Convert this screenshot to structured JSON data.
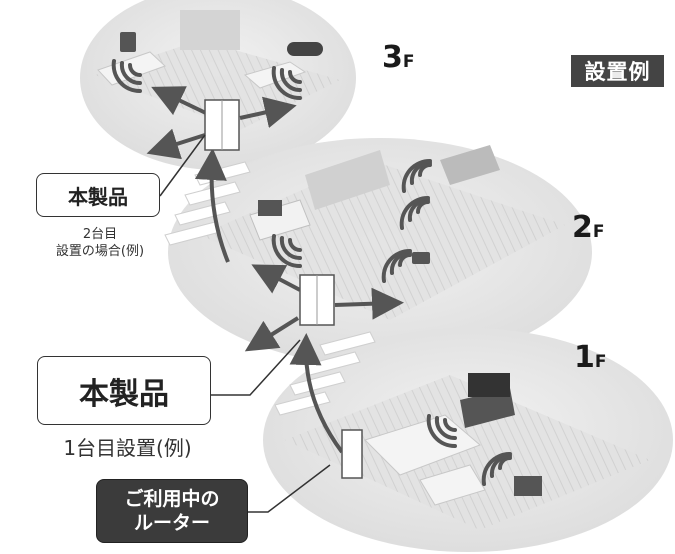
{
  "badge": {
    "label": "設置例"
  },
  "floors": [
    {
      "number": "3",
      "suffix": "F"
    },
    {
      "number": "2",
      "suffix": "F"
    },
    {
      "number": "1",
      "suffix": "F"
    }
  ],
  "callouts": {
    "product_upper": "本製品",
    "product_lower": "本製品"
  },
  "captions": {
    "second_unit_line1": "2台目",
    "second_unit_line2": "設置の場合(例)",
    "first_unit": "1台目設置(例)"
  },
  "router": {
    "line1": "ご利用中の",
    "line2": "ルーター"
  },
  "colors": {
    "floor_bg": "#ebebeb",
    "badge_bg": "#444444",
    "router_bg": "#3b3b3b",
    "signal": "#555555"
  }
}
